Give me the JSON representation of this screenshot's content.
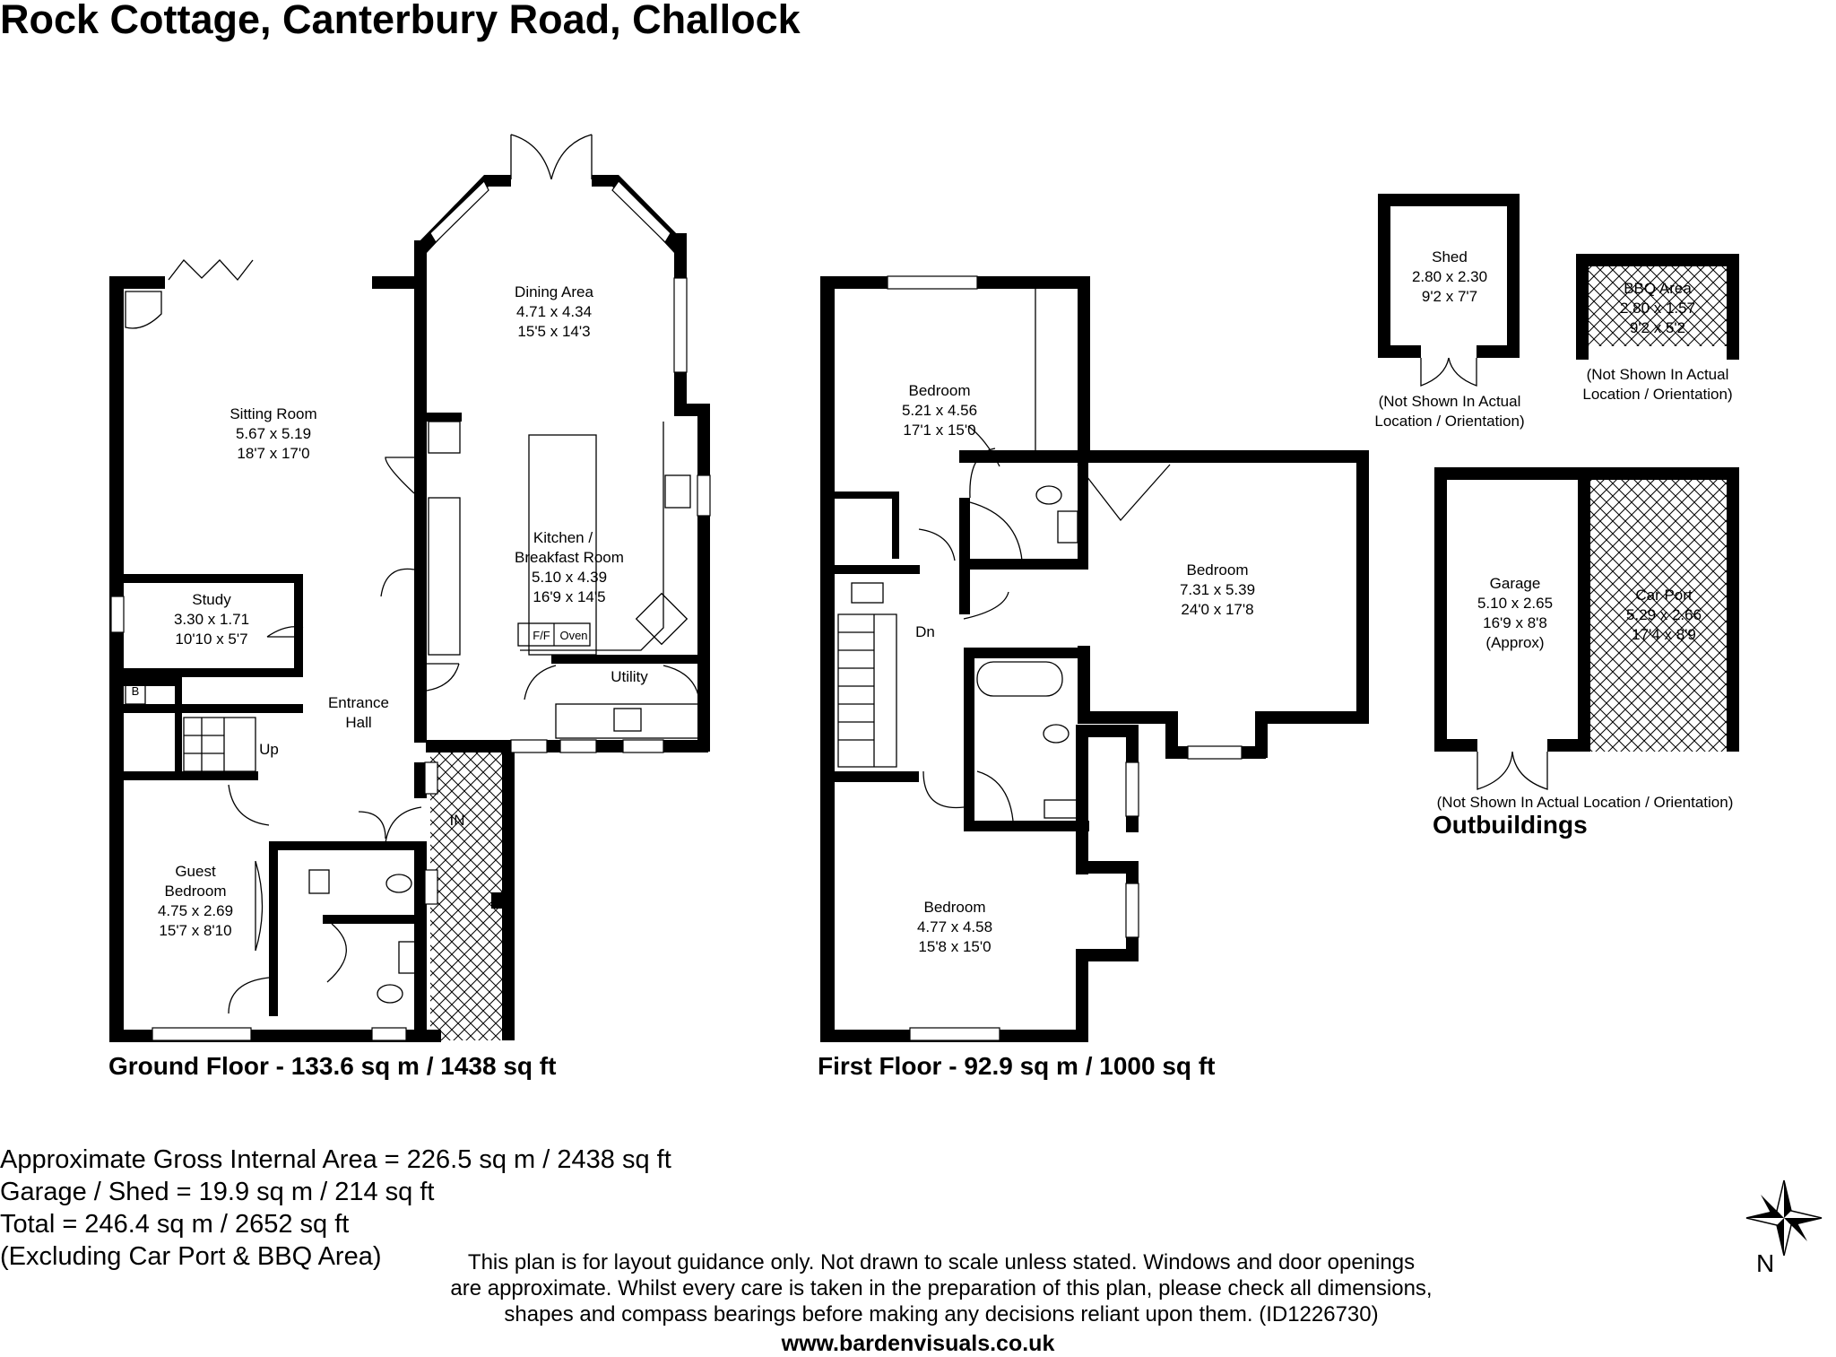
{
  "title": "Rock Cottage, Canterbury Road, Challock",
  "ground_floor": {
    "label": "Ground Floor - 133.6 sq m / 1438 sq ft",
    "rooms": {
      "sitting": {
        "name": "Sitting Room",
        "metric": "5.67 x 5.19",
        "imperial": "18'7 x 17'0"
      },
      "dining": {
        "name": "Dining Area",
        "metric": "4.71 x 4.34",
        "imperial": "15'5 x 14'3"
      },
      "kitchen": {
        "name1": "Kitchen /",
        "name2": "Breakfast Room",
        "metric": "5.10 x 4.39",
        "imperial": "16'9 x 14'5"
      },
      "study": {
        "name": "Study",
        "metric": "3.30 x 1.71",
        "imperial": "10'10 x 5'7"
      },
      "hall": {
        "name1": "Entrance",
        "name2": "Hall"
      },
      "utility": {
        "name": "Utility"
      },
      "guest": {
        "name1": "Guest",
        "name2": "Bedroom",
        "metric": "4.75 x 2.69",
        "imperial": "15'7 x 8'10"
      }
    },
    "labels": {
      "ff": "F/F",
      "oven": "Oven",
      "up": "Up",
      "in": "IN",
      "boiler": "B"
    }
  },
  "first_floor": {
    "label": "First Floor - 92.9 sq m / 1000 sq ft",
    "rooms": {
      "bed1": {
        "name": "Bedroom",
        "metric": "5.21 x 4.56",
        "imperial": "17'1 x 15'0"
      },
      "bed2": {
        "name": "Bedroom",
        "metric": "7.31 x 5.39",
        "imperial": "24'0 x 17'8"
      },
      "bed3": {
        "name": "Bedroom",
        "metric": "4.77 x 4.58",
        "imperial": "15'8 x 15'0"
      }
    },
    "labels": {
      "dn": "Dn"
    }
  },
  "outbuildings": {
    "label": "Outbuildings",
    "shed": {
      "name": "Shed",
      "metric": "2.80 x 2.30",
      "imperial": "9'2 x 7'7",
      "note1": "(Not Shown In Actual",
      "note2": "Location / Orientation)"
    },
    "bbq": {
      "name": "BBQ Area",
      "metric": "2.80 x 1.57",
      "imperial": "9'2 x 5'2",
      "note1": "(Not Shown In Actual",
      "note2": "Location / Orientation)"
    },
    "garage": {
      "name": "Garage",
      "metric": "5.10 x 2.65",
      "imperial": "16'9 x 8'8",
      "note": "(Approx)"
    },
    "carport": {
      "name": "Car Port",
      "metric": "5.29 x 2.66",
      "imperial": "17'4 x 8'9"
    },
    "note": "(Not Shown In Actual Location / Orientation)"
  },
  "areas": [
    "Approximate Gross Internal Area = 226.5 sq m / 2438 sq ft",
    "Garage / Shed = 19.9 sq m / 214 sq ft",
    "Total = 246.4 sq m / 2652 sq ft",
    "(Excluding Car Port & BBQ Area)"
  ],
  "disclaimer": [
    "This plan is for layout guidance only. Not drawn to scale unless stated. Windows and door openings",
    "are approximate. Whilst every care is taken in the preparation of this plan, please check all dimensions,",
    "shapes and compass bearings before making any decisions reliant upon them. (ID1226730)"
  ],
  "website": "www.bardenvisuals.co.uk",
  "compass": {
    "label": "N"
  }
}
